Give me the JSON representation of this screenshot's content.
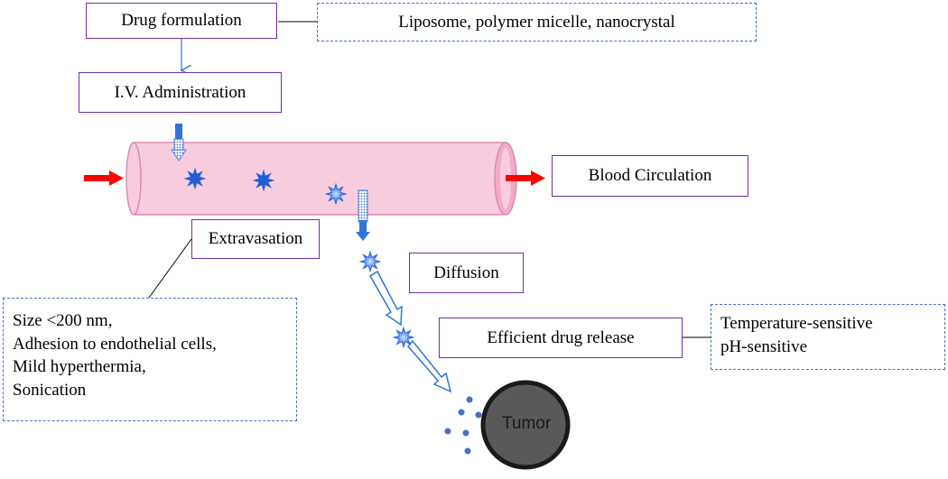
{
  "boxes": {
    "drug_formulation": "Drug formulation",
    "formulation_types": "Liposome, polymer micelle, nanocrystal",
    "iv_administration": "I.V. Administration",
    "blood_circulation": "Blood Circulation",
    "extravasation": "Extravasation",
    "extravasation_factors": [
      "Size <200 nm,",
      "Adhesion to endothelial cells,",
      "Mild hyperthermia,",
      "Sonication"
    ],
    "diffusion": "Diffusion",
    "drug_release": "Efficient drug release",
    "release_triggers": [
      "Temperature-sensitive",
      "pH-sensitive"
    ],
    "tumor": "Tumor"
  },
  "colors": {
    "box_border": "#7030a0",
    "dashed_border": "#4472c4",
    "vessel_fill": "#f9cce0",
    "vessel_stroke": "#d98cb3",
    "flow_arrow": "#ff0000",
    "particle": "#1f5fd6",
    "tumor_fill": "#595959"
  }
}
